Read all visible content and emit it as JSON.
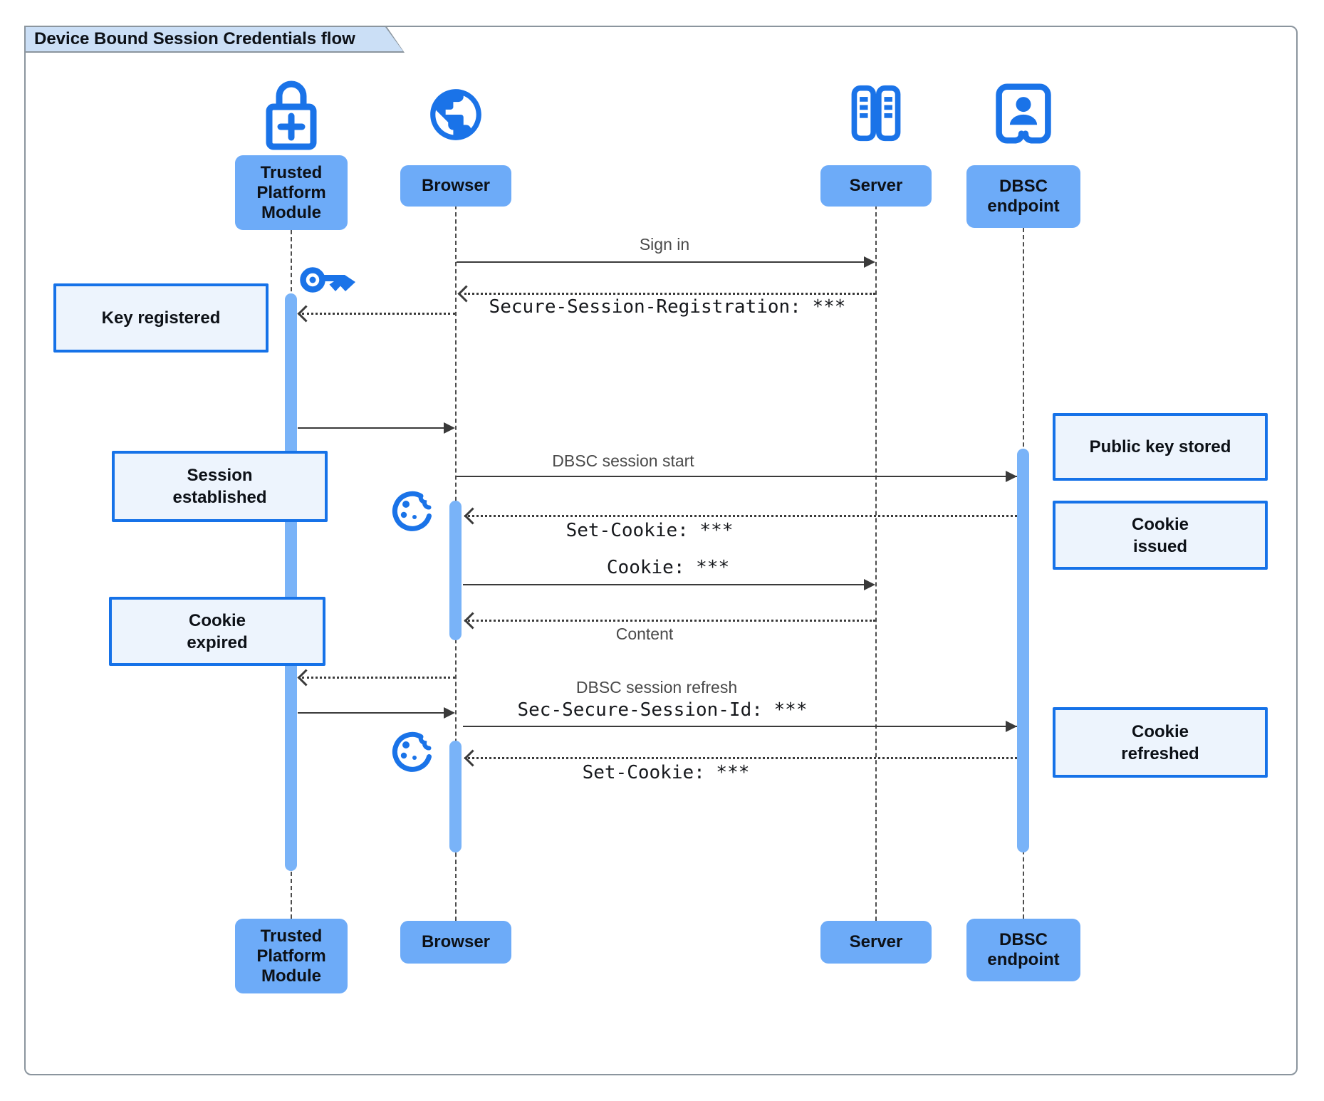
{
  "title": "Device Bound Session Credentials flow",
  "actors": {
    "tpm": {
      "label": "Trusted Platform Module"
    },
    "browser": {
      "label": "Browser"
    },
    "server": {
      "label": "Server"
    },
    "dbsc": {
      "label": "DBSC endpoint"
    }
  },
  "messages": {
    "sign_in": "Sign in",
    "session_registration": "Secure-Session-Registration: ***",
    "dbsc_session_start": "DBSC session start",
    "set_cookie_first": "Set-Cookie: ***",
    "cookie": "Cookie: ***",
    "content": "Content",
    "dbsc_session_refresh": "DBSC session refresh",
    "sec_secure_session_id": "Sec-Secure-Session-Id: ***",
    "set_cookie_refreshed": "Set-Cookie: ***"
  },
  "notes": {
    "key_registered": "Key registered",
    "session_established": "Session\nestablished",
    "cookie_expired": "Cookie\nexpired",
    "public_key_stored": "Public key stored",
    "cookie_issued": "Cookie\nissued",
    "cookie_refreshed": "Cookie\nrefreshed"
  },
  "colors": {
    "icon_blue": "#1a73e8",
    "actor_bg": "#6dabf8",
    "bar": "#79b3f8",
    "note_bg": "#edf4fd",
    "note_border": "#1672e8",
    "title_bg": "#cbdff6",
    "line": "#3a3a3a",
    "frame": "#8b959e"
  }
}
